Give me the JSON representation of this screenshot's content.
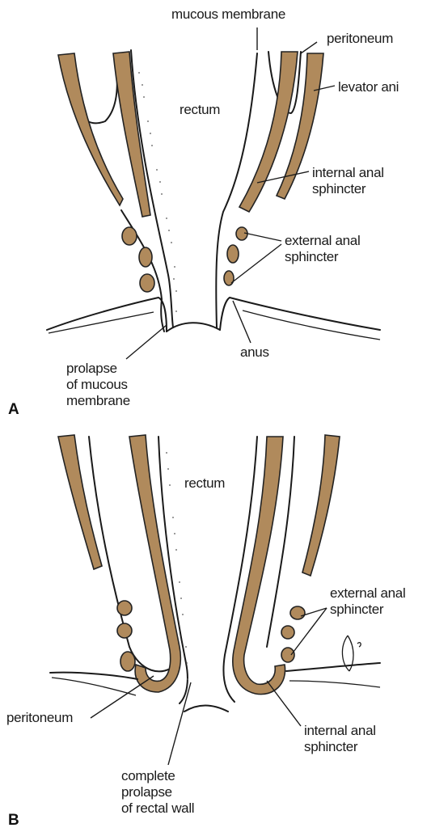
{
  "panel_a": {
    "letter": "A",
    "labels": {
      "mucous_membrane": "mucous membrane",
      "peritoneum": "peritoneum",
      "levator_ani": "levator ani",
      "rectum": "rectum",
      "internal_anal_sphincter": [
        "internal anal",
        "sphincter"
      ],
      "external_anal_sphincter": [
        "external anal",
        "sphincter"
      ],
      "anus": "anus",
      "prolapse": [
        "prolapse",
        "of mucous",
        "membrane"
      ]
    }
  },
  "panel_b": {
    "letter": "B",
    "labels": {
      "rectum": "rectum",
      "external_anal_sphincter": [
        "external anal",
        "sphincter"
      ],
      "peritoneum": "peritoneum",
      "internal_anal_sphincter": [
        "internal anal",
        "sphincter"
      ],
      "complete_prolapse": [
        "complete",
        "prolapse",
        "of rectal wall"
      ]
    }
  },
  "colors": {
    "muscle": "#b08a5c",
    "outline": "#1a1a1a",
    "background": "#ffffff"
  }
}
